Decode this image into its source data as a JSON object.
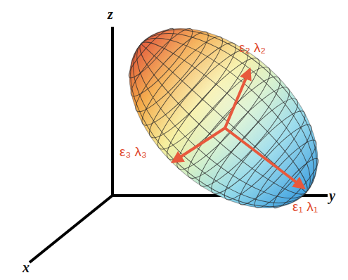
{
  "diagram": {
    "labels": [
      "z",
      "ε₂ λ₂",
      "ε₃ λ₃",
      "y",
      "ε₁ λ₁",
      "x"
    ]
  }
}
